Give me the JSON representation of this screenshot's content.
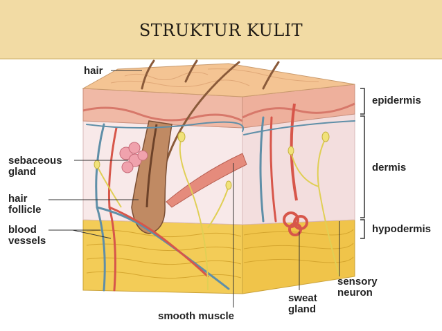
{
  "title": "STRUKTUR KULIT",
  "labels": {
    "hair": "hair",
    "sebaceous": "sebaceous",
    "gland": "gland",
    "hair_line1": "hair",
    "follicle": "follicle",
    "blood": "blood",
    "vessels": "vessels",
    "smooth_muscle": "smooth muscle",
    "epidermis": "epidermis",
    "dermis": "dermis",
    "hypodermis": "hypodermis",
    "sensory": "sensory",
    "neuron": "neuron",
    "sweat": "sweat",
    "sweat_gland": "gland"
  },
  "colors": {
    "banner": "#f2dba4",
    "epidermis": "#f3c4a6",
    "dermis": "#f7e6e6",
    "hypodermis": "#f2c94c",
    "hair": "#8a5a3a",
    "muscle": "#e58b7c",
    "nerve": "#e8d86a",
    "vessel_blue": "#5f8fa8",
    "vessel_red": "#d7564a"
  }
}
